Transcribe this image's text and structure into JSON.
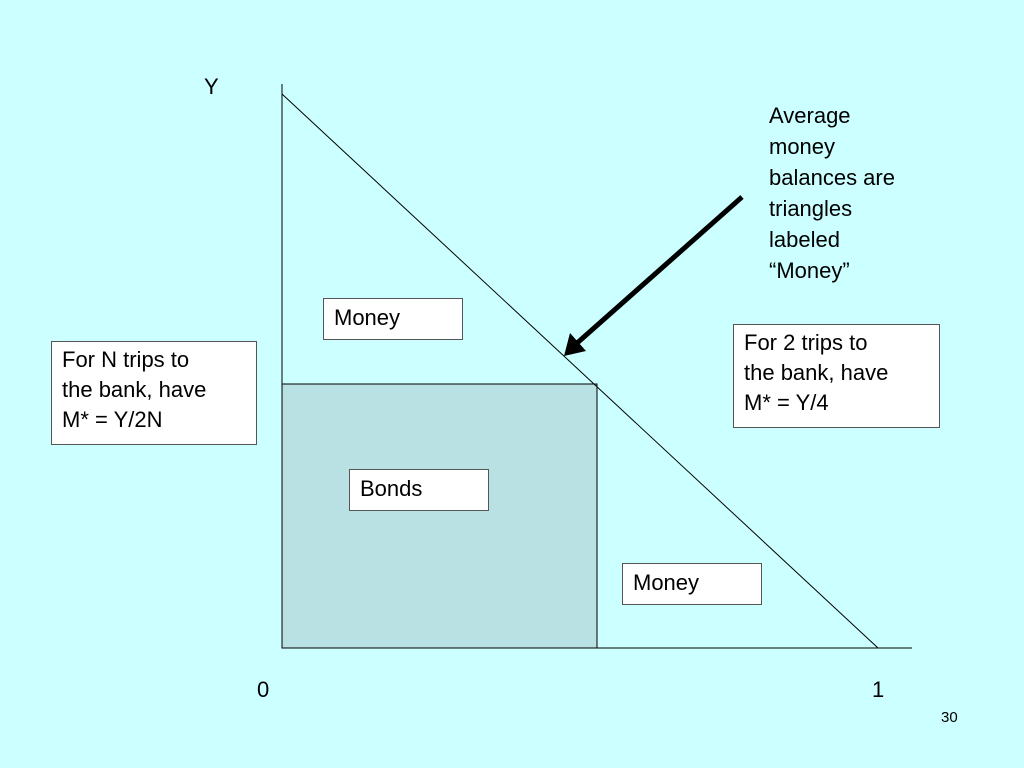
{
  "colors": {
    "background": "#ccffff",
    "bonds_fill": "#b9e0e3",
    "line": "#000000",
    "box_fill": "#ffffff"
  },
  "axis": {
    "y_label": "Y",
    "origin_label": "0",
    "x_end_label": "1"
  },
  "regions": {
    "money_top": "Money",
    "bonds": "Bonds",
    "money_bottom": "Money"
  },
  "notes": {
    "arrow_note": "Average\nmoney\nbalances are\ntriangles\nlabeled\n“Money”",
    "n_trips": "For N trips to\nthe bank, have\nM* = Y/2N",
    "two_trips": "For 2 trips to\nthe bank, have\nM* = Y/4"
  },
  "slide_number": "30"
}
